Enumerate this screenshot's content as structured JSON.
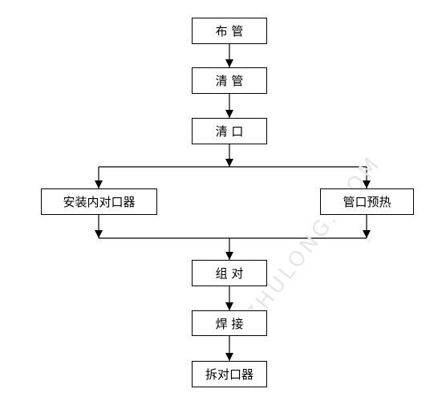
{
  "steps": {
    "lay_pipe": "布  管",
    "clean_pipe": "清  管",
    "clean_mouth": "清  口",
    "install_clamp": "安装内对口器",
    "preheat": "管口预热",
    "assemble": "组  对",
    "weld": "焊  接",
    "remove_clamp": "拆对口器"
  },
  "watermark": "ZHULONG. COM",
  "colors": {
    "line": "#000000",
    "watermark": "#e6e6e6"
  }
}
